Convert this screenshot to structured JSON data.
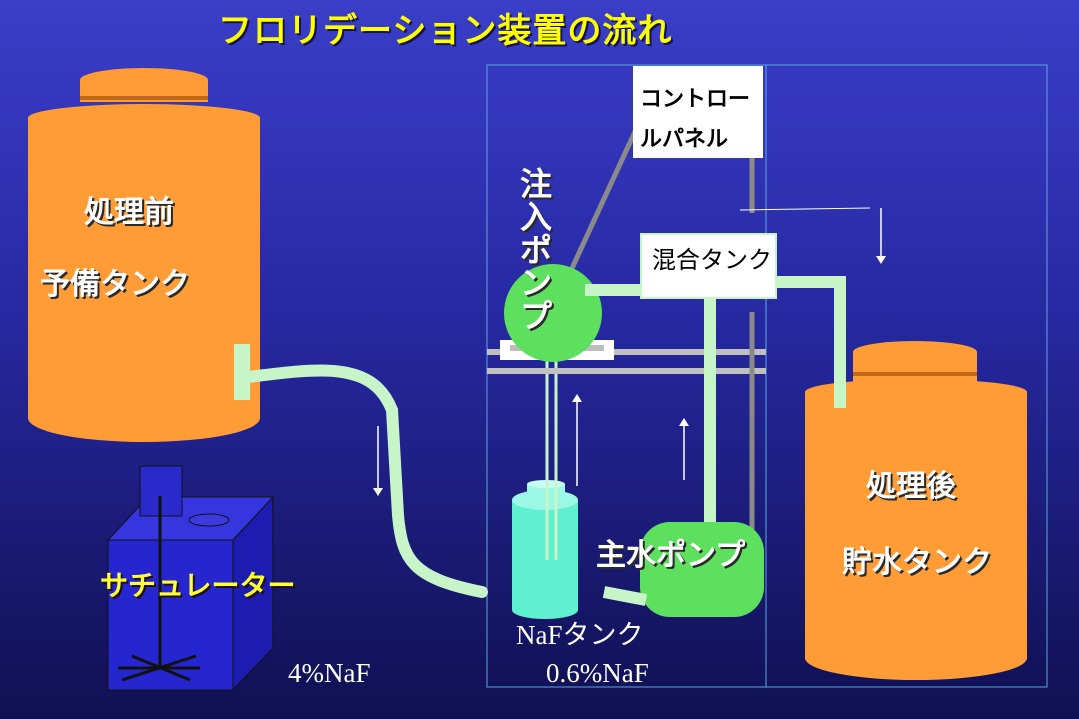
{
  "title": "フロリデーション装置の流れ",
  "control_panel": {
    "label": "コントロールパネル"
  },
  "injection_pump": {
    "label_chars": [
      "注",
      "入",
      "ポ",
      "ン",
      "プ"
    ]
  },
  "mixing_tank": {
    "label": "混合タンク"
  },
  "pre_tank": {
    "line1": "処理前",
    "line2": "予備タンク"
  },
  "post_tank": {
    "line1": "処理後",
    "line2": "貯水タンク"
  },
  "saturator": {
    "label": "サチュレーター",
    "concentration": "4%NaF"
  },
  "naf_tank": {
    "label": "NaFタンク",
    "concentration": "0.6%NaF"
  },
  "main_pump": {
    "label": "主水ポンプ"
  },
  "colors": {
    "background_top": "#3a3ec8",
    "background_bottom": "#101052",
    "tank_orange": "#ff9c35",
    "pipe_green": "#c8f5c8",
    "pump_green": "#5de05d",
    "naf_cyan": "#5ef0d0",
    "saturator_blue": "#2a2ad0",
    "title_yellow": "#ffff00"
  }
}
